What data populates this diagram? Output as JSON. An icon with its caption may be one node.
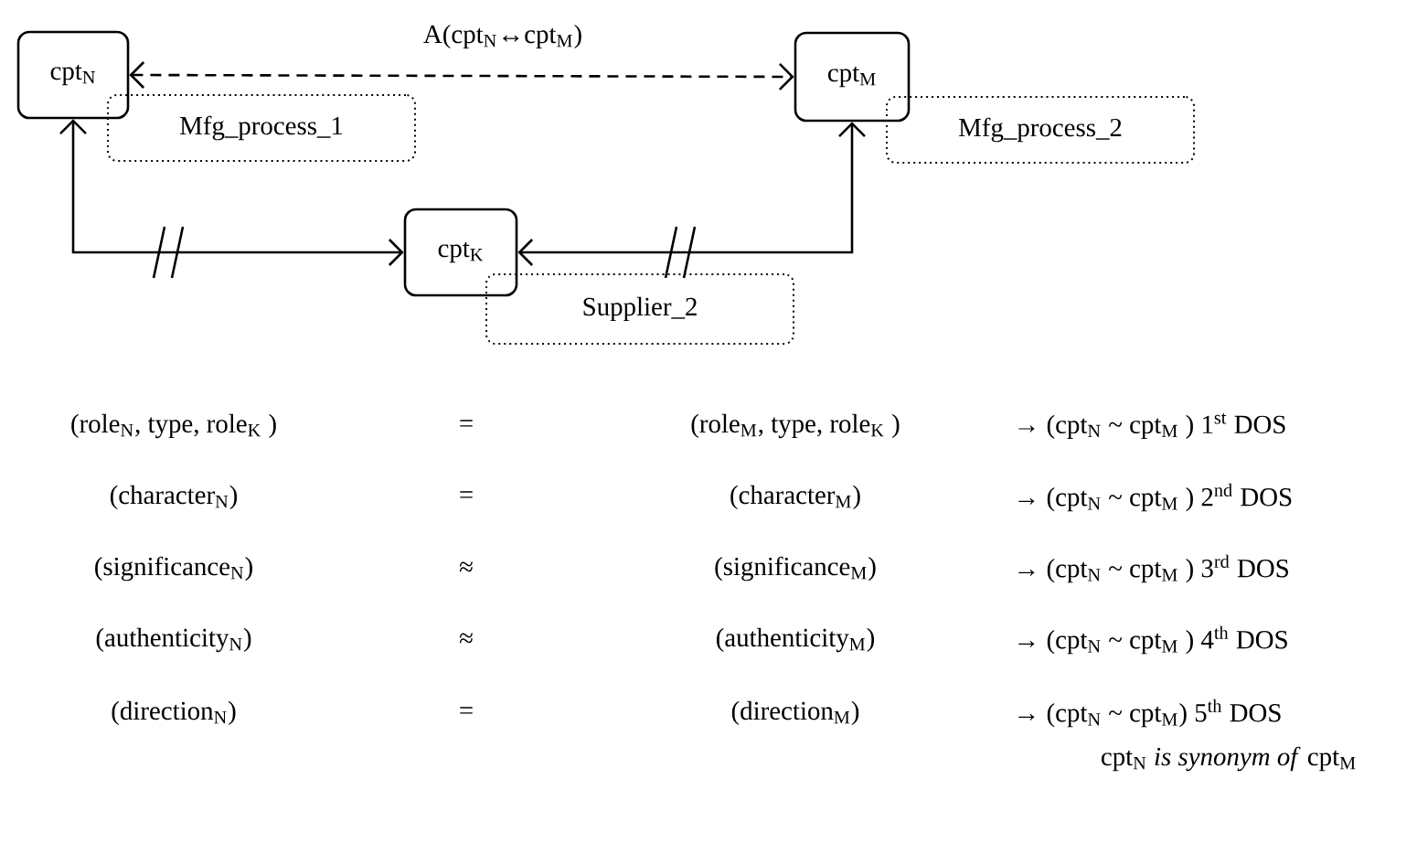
{
  "diagram": {
    "nodes": [
      {
        "text": [
          "cpt$_{N}$"
        ]
      },
      {
        "text": [
          "Mfg_process_1"
        ]
      },
      {
        "text": [
          "cpt$_{M}$"
        ]
      },
      {
        "text": [
          "Mfg_process_2"
        ]
      },
      {
        "text": [
          "cpt$_{K}$"
        ]
      },
      {
        "text": [
          "Supplier_2"
        ]
      }
    ],
    "edges": [
      {
        "from": 0,
        "to": 2,
        "arrow": "both",
        "style": "dashed",
        "label": "A(cpt$_{N}$↔cpt$_{M}$)"
      },
      {
        "from": 0,
        "to": 4,
        "arrow": "both"
      },
      {
        "from": 4,
        "to": 2,
        "arrow": "both"
      }
    ],
    "labels": [
      "(role$_{N}$, type, role$_{K}$ )",
      "=",
      "(role$_{M}$, type, role$_{K}$ )",
      "→ (cpt$_{N}$ ~ cpt$_{M}$ ) 1$^{st}$ DOS",
      "(character$_{N}$)",
      "=",
      "(character$_{M}$)",
      "→ (cpt$_{N}$ ~ cpt$_{M}$ ) 2$^{nd}$ DOS",
      "(significance$_{N}$)",
      "≈",
      "(significance$_{M}$)",
      "→ (cpt$_{N}$ ~ cpt$_{M}$ ) 3$^{rd}$ DOS",
      "(authenticity$_{N}$)",
      "≈",
      "(authenticity$_{M}$)",
      "→ (cpt$_{N}$ ~ cpt$_{M}$ ) 4$^{th}$ DOS",
      "(direction$_{N}$)",
      "=",
      "(direction$_{M}$)",
      "→ (cpt$_{N}$ ~ cpt$_{M}$) 5$^{th}$ DOS",
      "cpt$_{N}$ *is synonym of* cpt$_{M}$"
    ]
  }
}
